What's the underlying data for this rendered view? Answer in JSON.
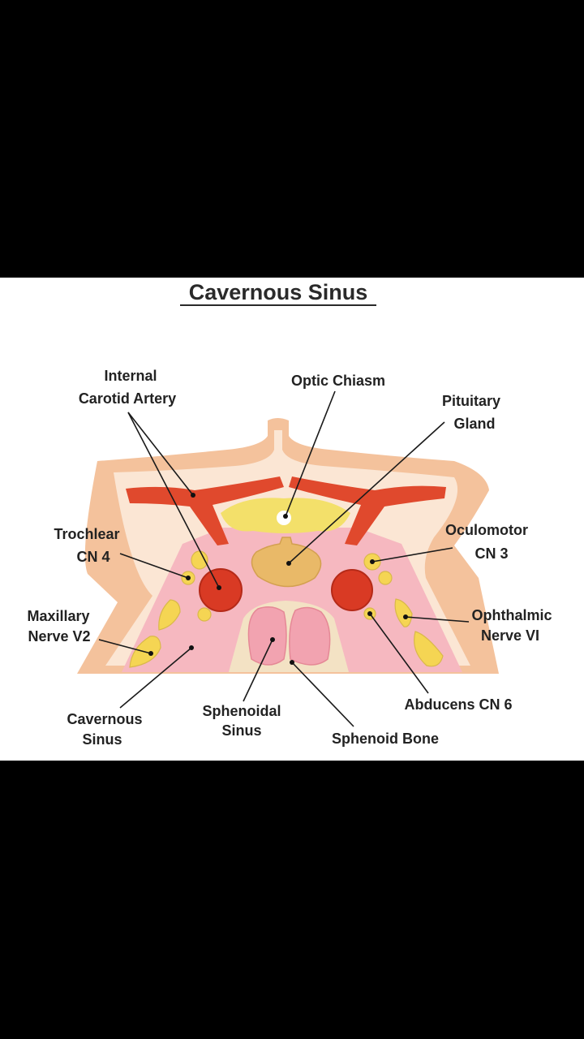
{
  "title": "Cavernous Sinus",
  "labels": {
    "internal_carotid_artery": [
      "Internal",
      "Carotid Artery"
    ],
    "optic_chiasm": [
      "Optic Chiasm"
    ],
    "pituitary_gland": [
      "Pituitary",
      "Gland"
    ],
    "trochlear": [
      "Trochlear",
      "CN 4"
    ],
    "oculomotor": [
      "Oculomotor",
      "CN 3"
    ],
    "maxillary_nerve": [
      "Maxillary",
      "Nerve V2"
    ],
    "ophthalmic_nerve": [
      "Ophthalmic",
      "Nerve VI"
    ],
    "cavernous_sinus": [
      "Cavernous",
      "Sinus"
    ],
    "sphenoidal_sinus": [
      "Sphenoidal",
      "Sinus"
    ],
    "abducens": [
      "Abducens CN 6"
    ],
    "sphenoid_bone": [
      "Sphenoid Bone"
    ]
  },
  "colors": {
    "background": "#ffffff",
    "frame": "#000000",
    "outer_tissue": "#f4c29c",
    "inner_tissue": "#fbe6d4",
    "cavernous_sinus": "#f6b8c0",
    "sphenoid_bone": "#f3e2c4",
    "sphenoidal_sinus": "#f2a3b0",
    "artery": "#d93a24",
    "carotid": "#e0492d",
    "optic_chiasm": "#f3e06a",
    "pituitary": "#e9b968",
    "nerve": "#f5d553"
  }
}
